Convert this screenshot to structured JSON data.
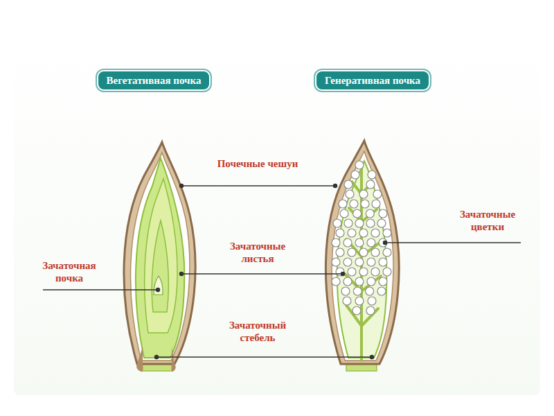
{
  "diagram": {
    "nodes": [
      {
        "text": [
          "Вегетативная почка"
        ]
      },
      {
        "text": [
          "Генеративная почка"
        ]
      }
    ],
    "labels": [
      "Почечные чешуи",
      "Зачаточные листья",
      "Зачаточная почка",
      "Зачаточный стебель",
      "Зачаточные цветки"
    ]
  }
}
